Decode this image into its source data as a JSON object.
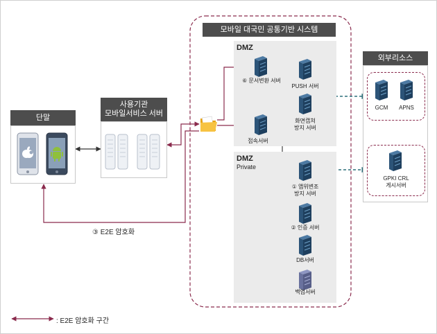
{
  "colors": {
    "arrow": "#8a2a4c",
    "dash": "#2b6e7a",
    "server": "#1e3f5e",
    "title_bg": "#4d4d4d",
    "zone_bg": "#ebebeb"
  },
  "system": {
    "title": "모바일 대국민 공통기반 시스템",
    "dmz_label": "DMZ",
    "dmz_private_label": "DMZ",
    "dmz_private_sub": "Private"
  },
  "terminal": {
    "title": "단말"
  },
  "agency": {
    "title_line1": "사용기관",
    "title_line2": "모바일서비스 서버"
  },
  "external": {
    "title": "외부리소스"
  },
  "servers": {
    "doc_convert": "⑥ 문서변환 서버",
    "push": "PUSH 서버",
    "capture_1": "화면캡쳐",
    "capture_2": "방지 서버",
    "access": "접속서버",
    "forgery_1": "① 앱위변조",
    "forgery_2": "방지 서버",
    "auth": "② 인증 서버",
    "db": "DB서버",
    "backup": "백업서버",
    "gcm": "GCM",
    "apns": "APNS",
    "gpki_1": "GPKI CRL",
    "gpki_2": "게시서버"
  },
  "e2e_label": "③ E2E 암호화",
  "legend": {
    "text": ": E2E 암호화 구간"
  }
}
